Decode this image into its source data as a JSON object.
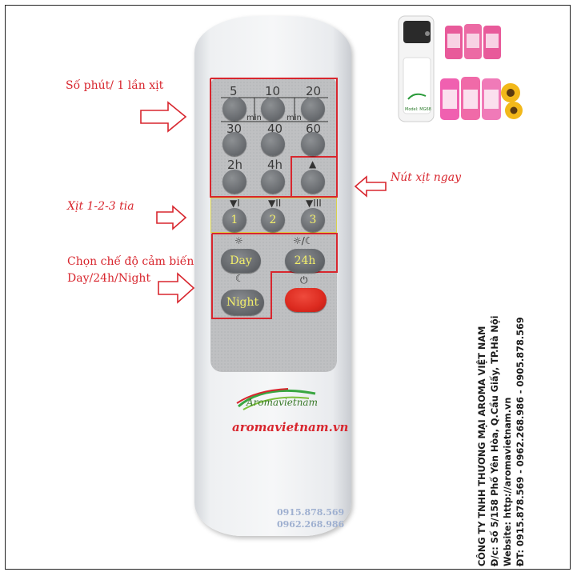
{
  "annotations": {
    "minutes": "Số phút/ 1 lần xịt",
    "spray_now": "Nút xịt ngay",
    "spray_count": "Xịt 1-2-3 tia",
    "sensor_mode_line1": "Chọn chế độ cảm biến",
    "sensor_mode_line2": "Day/24h/Night"
  },
  "remote": {
    "top_labels": [
      "5",
      "10",
      "20"
    ],
    "mid_labels": [
      "30",
      "40",
      "60"
    ],
    "min_label": "min",
    "hour_labels": [
      "2h",
      "4h"
    ],
    "spray_buttons": [
      "1",
      "2",
      "3"
    ],
    "mode_buttons": {
      "day": "Day",
      "h24": "24h",
      "night": "Night"
    },
    "logo_text": "Aromavietnam",
    "website_text": "aromavietnam.vn",
    "phones": [
      "0915.878.569",
      "0962.268.986"
    ]
  },
  "product": {
    "model_label": "Model: MG68"
  },
  "company": {
    "name": "CÔNG TY TNHH THƯƠNG MẠI AROMA VIỆT NAM",
    "address": "Đ/c: Số 5/158 Phố Yên Hòa, Q.Cầu Giấy, TP.Hà Nội",
    "website": "Website: http://aromavietnam.vn",
    "phones": "ĐT: 0915.878.569 - 0962.268.986 - 0905.878.569"
  },
  "colors": {
    "accent_red": "#d8262e",
    "button_text": "#f2ee6a",
    "highlight_yellow": "#d9d24a",
    "power_red": "#dc2a1f"
  }
}
